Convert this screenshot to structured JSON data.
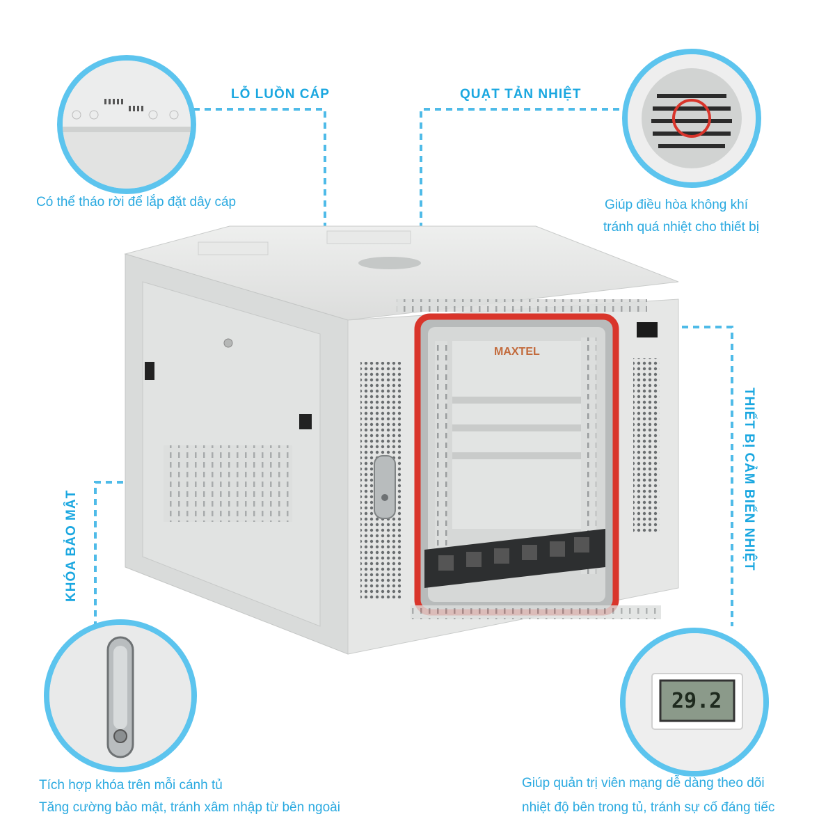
{
  "features": {
    "cable_hole": {
      "title": "LỖ LUỒN CÁP",
      "desc": "Có thể tháo rời để lắp đặt dây cáp"
    },
    "cooling_fan": {
      "title": "QUẠT TẢN NHIỆT",
      "desc_line1": "Giúp điều hòa không khí",
      "desc_line2": "tránh quá nhiệt cho thiết bị"
    },
    "security_lock": {
      "title": "KHÓA BẢO MẬT",
      "desc_line1": "Tích hợp khóa trên mỗi cánh tủ",
      "desc_line2": "Tăng cường bảo mật, tránh xâm nhập từ bên ngoài"
    },
    "temp_sensor": {
      "title": "THIẾT BỊ CẢM BIẾN NHIỆT",
      "desc_line1": "Giúp quản trị viên mạng dễ dàng theo dõi",
      "desc_line2": "nhiệt độ bên trong tủ, tránh sự cố đáng tiếc",
      "reading": "29.2"
    }
  },
  "brand": "MAXTEL",
  "colors": {
    "accent": "#29a9e0",
    "circle_border": "#5cc4ee",
    "cabinet": "#e6e7e6",
    "door_seal": "#d9352b"
  }
}
